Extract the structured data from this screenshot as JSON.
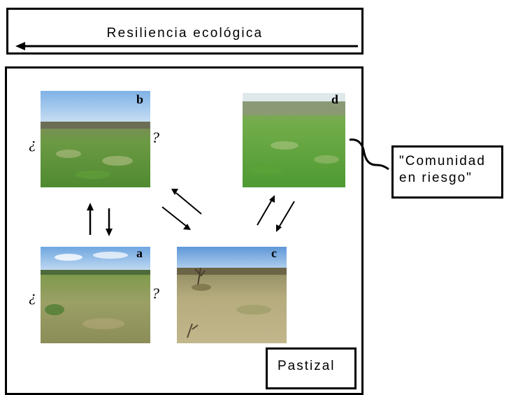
{
  "header": {
    "title": "Resiliencia ecológica"
  },
  "states": [
    {
      "label": "a",
      "question_left": "¿",
      "question_right": "?"
    },
    {
      "label": "b",
      "question_left": "¿",
      "question_right": "?"
    },
    {
      "label": "c"
    },
    {
      "label": "d"
    }
  ],
  "callout": {
    "text": "\"Comunidad\nen riesgo\""
  },
  "footer": {
    "label": "Pastizal"
  },
  "colors": {
    "sky": "#9cc6ee",
    "grass": "#6fa84a",
    "dry_grass": "#b9ad7c",
    "line": "#000000"
  }
}
